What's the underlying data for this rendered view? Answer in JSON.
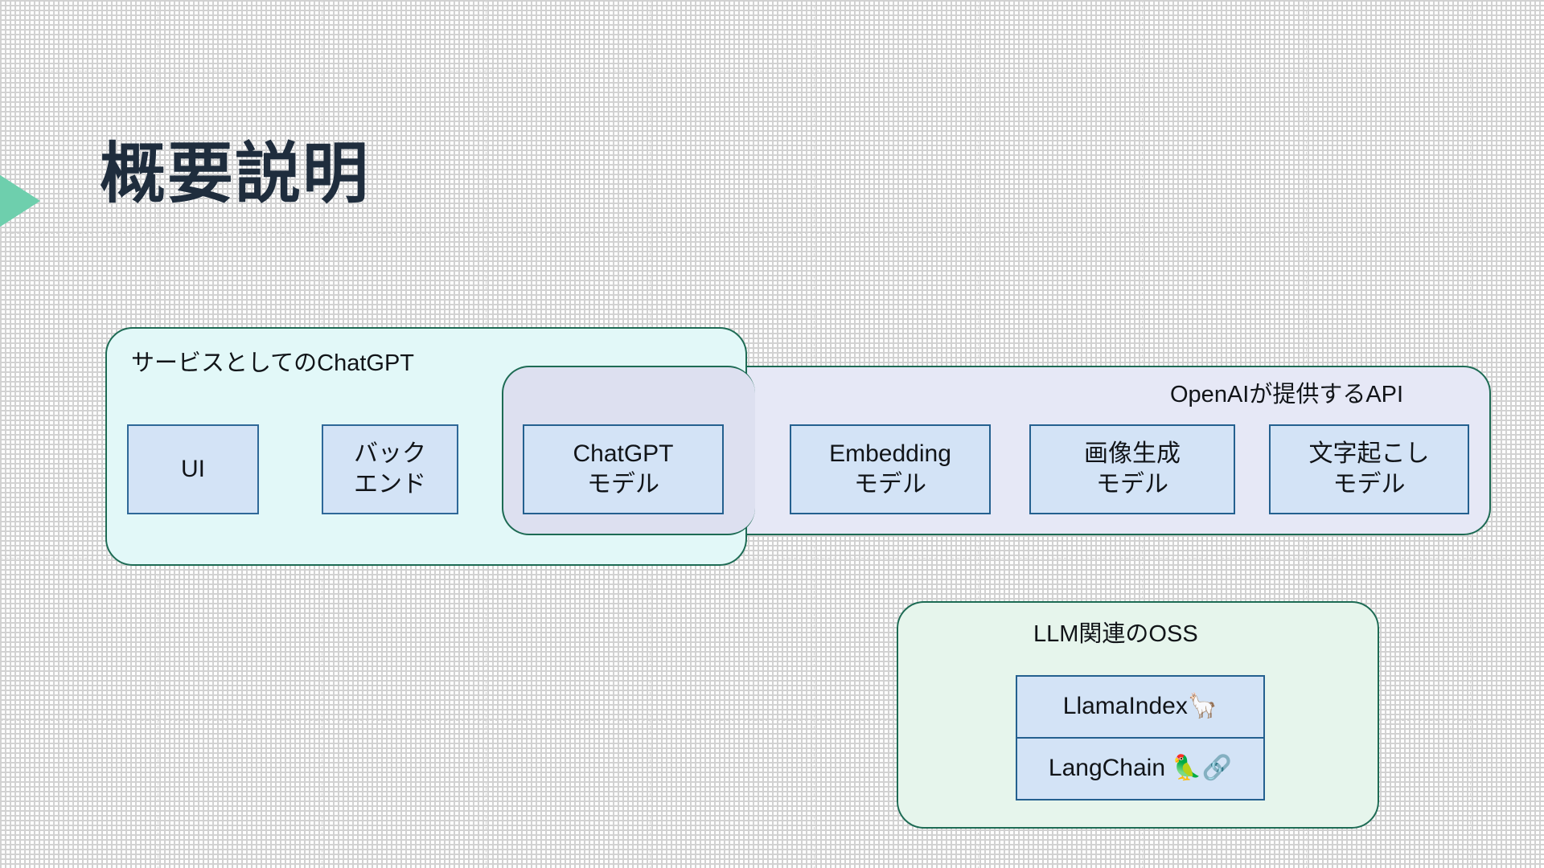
{
  "slide": {
    "title": "概要説明",
    "accent_color": "#6ecfad",
    "title_color": "#1f2d3d",
    "background_color": "#ffffff",
    "grid_dot_color": "#d6d6d6"
  },
  "groups": {
    "service": {
      "label": "サービスとしてのChatGPT",
      "fill": "#e2f8f8",
      "border": "#1d6b54",
      "items": [
        {
          "id": "ui",
          "label": "UI"
        },
        {
          "id": "backend",
          "label": "バック\nエンド"
        }
      ]
    },
    "openai_api": {
      "label": "OpenAIが提供するAPI",
      "fill": "#e6e8f6",
      "border": "#1d6b54",
      "items": [
        {
          "id": "chatgpt-model",
          "label": "ChatGPT\nモデル"
        },
        {
          "id": "embedding-model",
          "label": "Embedding\nモデル"
        },
        {
          "id": "image-gen-model",
          "label": "画像生成\nモデル"
        },
        {
          "id": "transcription-model",
          "label": "文字起こし\nモデル"
        }
      ]
    },
    "llm_oss": {
      "label": "LLM関連のOSS",
      "fill": "#e6f5ec",
      "border": "#1d6b54",
      "items": [
        {
          "id": "llamaindex",
          "label": "LlamaIndex🦙"
        },
        {
          "id": "langchain",
          "label": "LangChain 🦜🔗"
        }
      ]
    }
  },
  "item_style": {
    "fill": "#d3e3f6",
    "border": "#2e6898"
  }
}
